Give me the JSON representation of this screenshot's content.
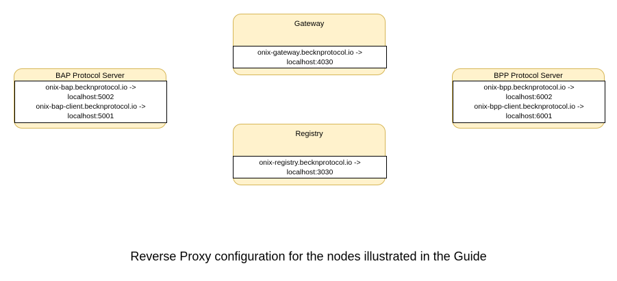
{
  "diagram": {
    "caption": "Reverse Proxy configuration for the nodes illustrated in the Guide",
    "colors": {
      "node_fill": "#fff2cc",
      "node_border": "#d6b656",
      "panel_fill": "#ffffff",
      "panel_border": "#000000",
      "text": "#000000",
      "background": "#ffffff"
    },
    "nodes": [
      {
        "id": "bap",
        "title": "BAP Protocol Server",
        "lines": [
          "onix-bap.becknprotocol.io ->",
          "localhost:5002",
          "onix-bap-client.becknprotocol.io ->",
          "localhost:5001"
        ]
      },
      {
        "id": "gateway",
        "title": "Gateway",
        "lines": [
          "onix-gateway.becknprotocol.io ->",
          "localhost:4030"
        ]
      },
      {
        "id": "registry",
        "title": "Registry",
        "lines": [
          "onix-registry.becknprotocol.io ->",
          "localhost:3030"
        ]
      },
      {
        "id": "bpp",
        "title": "BPP Protocol Server",
        "lines": [
          "onix-bpp.becknprotocol.io ->",
          "localhost:6002",
          "onix-bpp-client.becknprotocol.io ->",
          "localhost:6001"
        ]
      }
    ]
  }
}
